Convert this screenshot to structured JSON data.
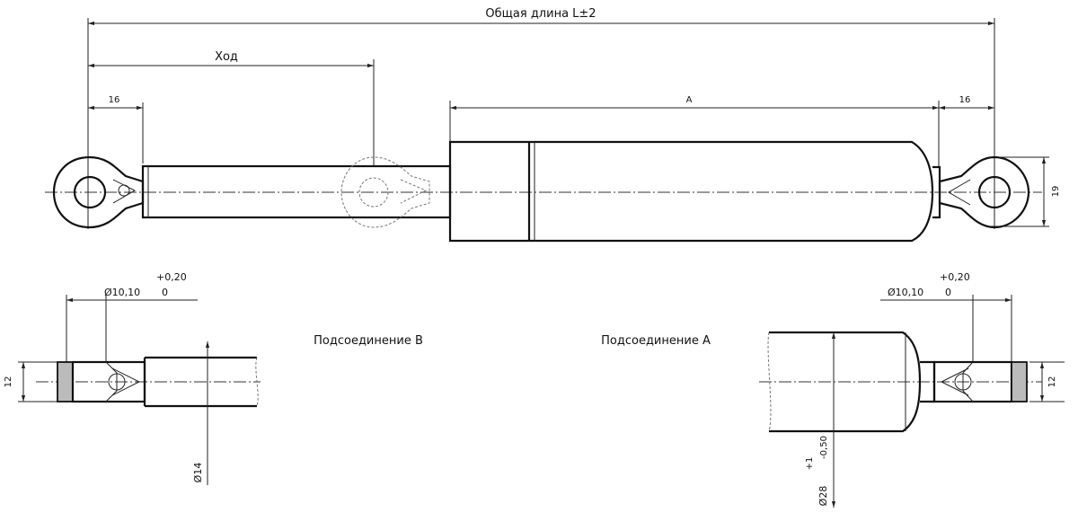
{
  "top_view": {
    "overall_length_label": "Общая длина L±2",
    "stroke_label": "Ход",
    "left_eye_dim": "16",
    "right_eye_dim": "16",
    "body_dim": "A",
    "eye_height_dim": "19"
  },
  "connection_b": {
    "title": "Подсоединение B",
    "bore_dim": "Ø10,10",
    "tol_upper": "+0,20",
    "tol_lower": "0",
    "thickness_dim": "12",
    "rod_dia": "Ø14"
  },
  "connection_a": {
    "title": "Подсоединение A",
    "bore_dim": "Ø10,10",
    "tol_upper": "+0,20",
    "tol_lower": "0",
    "thickness_dim": "12",
    "body_dia": "Ø28",
    "body_tol_upper": "+1",
    "body_tol_lower": "-0,50"
  }
}
